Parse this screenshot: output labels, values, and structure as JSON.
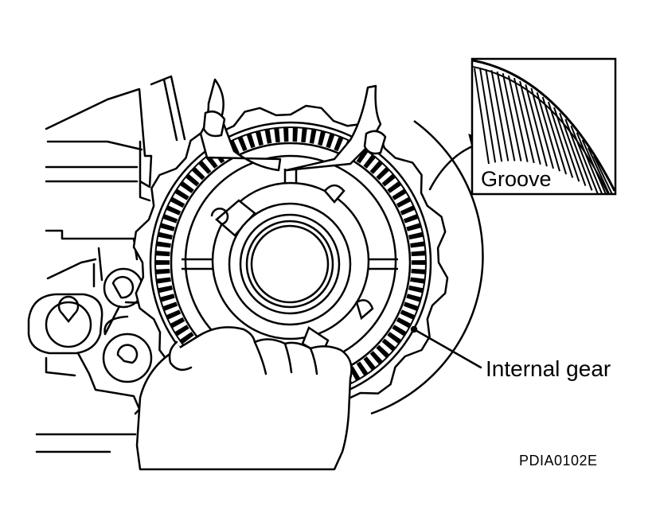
{
  "labels": {
    "groove": "Groove",
    "internal_gear": "Internal gear",
    "figure_code": "PDIA0102E"
  },
  "colors": {
    "ink": "#000000",
    "paper": "#ffffff"
  },
  "parts": {
    "outer_ring_lugs": 16,
    "gear_teeth": 90,
    "inset_teeth": 22
  }
}
